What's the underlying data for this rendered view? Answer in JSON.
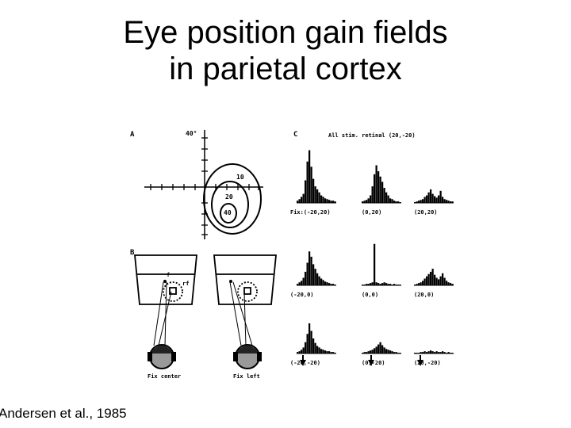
{
  "slide": {
    "title_line1": "Eye position gain fields",
    "title_line2": "in parietal cortex",
    "citation": "Andersen et al., 1985"
  },
  "figure": {
    "panel_a": {
      "letter": "A",
      "axis_label": "40°",
      "contours": [
        "10",
        "20",
        "40"
      ]
    },
    "panel_b": {
      "letter": "B",
      "fix_label": "f",
      "rf_label": "rf",
      "captions": [
        "Fix center",
        "Fix left"
      ]
    },
    "panel_c": {
      "letter": "C",
      "header": "All stim. retinal (20,-20)",
      "histograms": [
        {
          "label": "Fix:(-20,20)",
          "heights": [
            3,
            5,
            8,
            12,
            30,
            55,
            70,
            48,
            32,
            22,
            18,
            14,
            10,
            8,
            6,
            5,
            4,
            3,
            3,
            2
          ]
        },
        {
          "label": "(0,20)",
          "heights": [
            2,
            3,
            4,
            6,
            10,
            22,
            38,
            50,
            42,
            35,
            28,
            20,
            14,
            10,
            6,
            5,
            3,
            2,
            2,
            1
          ]
        },
        {
          "label": "(20,20)",
          "heights": [
            1,
            2,
            3,
            4,
            5,
            8,
            10,
            14,
            18,
            12,
            9,
            7,
            10,
            16,
            8,
            5,
            4,
            3,
            2,
            2
          ]
        },
        {
          "label": "(-20,0)",
          "heights": [
            2,
            4,
            6,
            10,
            18,
            30,
            45,
            38,
            28,
            22,
            16,
            12,
            9,
            7,
            5,
            4,
            3,
            2,
            2,
            1
          ]
        },
        {
          "label": "(0,0)",
          "heights": [
            1,
            1,
            2,
            2,
            3,
            4,
            55,
            4,
            3,
            2,
            3,
            4,
            3,
            2,
            2,
            1,
            2,
            1,
            1,
            1
          ]
        },
        {
          "label": "(20,0)",
          "heights": [
            1,
            2,
            3,
            4,
            6,
            9,
            12,
            15,
            18,
            22,
            14,
            10,
            8,
            12,
            16,
            10,
            6,
            4,
            3,
            2
          ]
        },
        {
          "label": "(-20,-20)",
          "heights": [
            2,
            3,
            5,
            8,
            15,
            26,
            40,
            30,
            20,
            14,
            10,
            8,
            6,
            5,
            4,
            3,
            3,
            2,
            2,
            1
          ]
        },
        {
          "label": "(0,-20)",
          "heights": [
            1,
            2,
            2,
            3,
            4,
            5,
            7,
            9,
            12,
            15,
            11,
            8,
            6,
            5,
            4,
            3,
            2,
            2,
            1,
            1
          ]
        },
        {
          "label": "(20,-20)",
          "heights": [
            1,
            1,
            1,
            2,
            2,
            3,
            2,
            3,
            4,
            3,
            2,
            3,
            2,
            2,
            3,
            2,
            1,
            2,
            1,
            1
          ]
        }
      ]
    }
  }
}
